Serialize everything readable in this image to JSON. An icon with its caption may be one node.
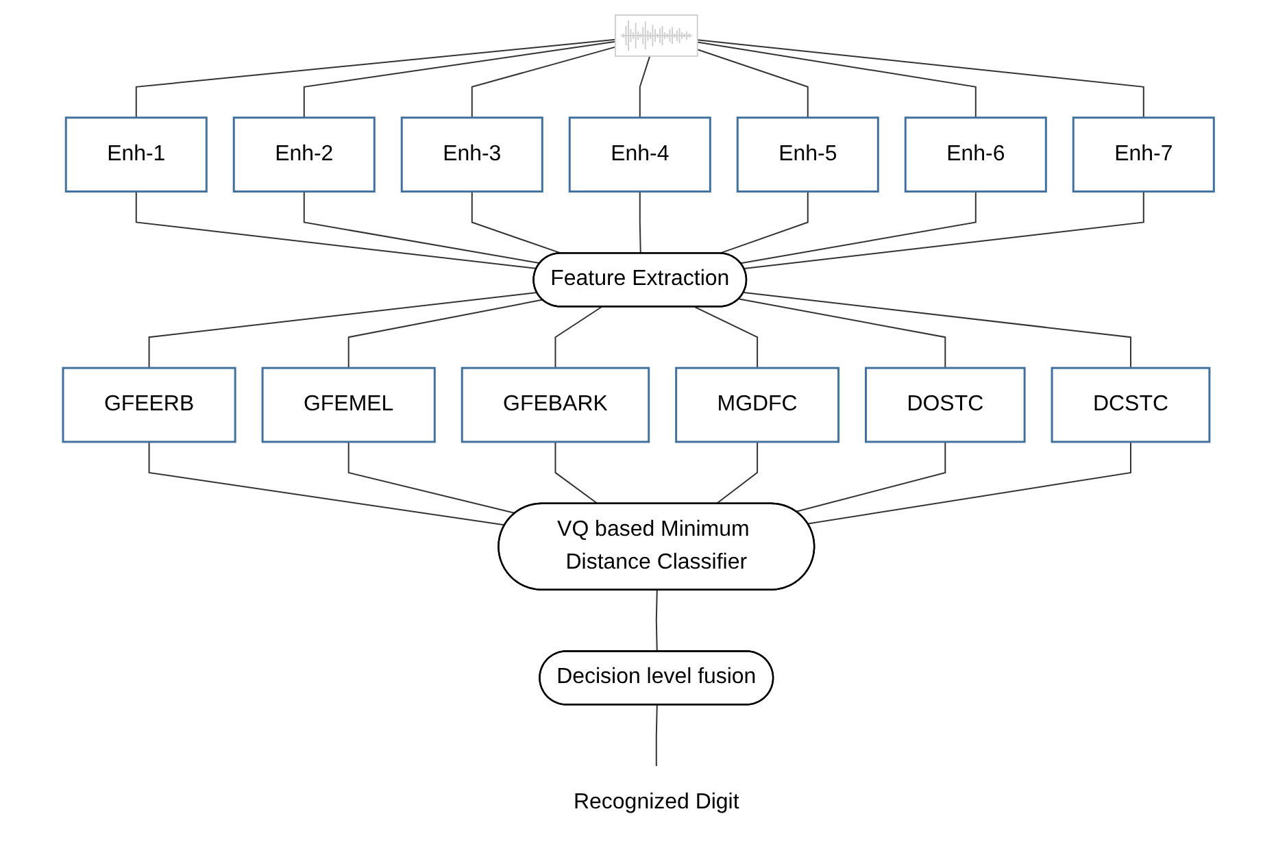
{
  "diagram": {
    "nodes": [
      {
        "text": [],
        "shape": "picture"
      },
      {
        "text": [
          "Enh-1"
        ]
      },
      {
        "text": [
          "Enh-2"
        ]
      },
      {
        "text": [
          "Enh-3"
        ]
      },
      {
        "text": [
          "Enh-4"
        ]
      },
      {
        "text": [
          "Enh-5"
        ]
      },
      {
        "text": [
          "Enh-6"
        ]
      },
      {
        "text": [
          "Enh-7"
        ]
      },
      {
        "text": [
          "Feature Extraction"
        ]
      },
      {
        "text": [
          "GFEERB"
        ]
      },
      {
        "text": [
          "GFEMEL"
        ]
      },
      {
        "text": [
          "GFEBARK"
        ]
      },
      {
        "text": [
          "MGDFC"
        ]
      },
      {
        "text": [
          "DOSTC"
        ]
      },
      {
        "text": [
          "DCSTC"
        ]
      },
      {
        "text": [
          "VQ based Minimum Distance Classifier"
        ]
      },
      {
        "text": [
          "Decision level fusion"
        ]
      },
      {
        "text": [
          "Recognized Digit"
        ]
      }
    ],
    "edges": [
      {
        "from": 0,
        "to": 1,
        "arrow": "none"
      },
      {
        "from": 0,
        "to": 2,
        "arrow": "none"
      },
      {
        "from": 0,
        "to": 3,
        "arrow": "none"
      },
      {
        "from": 0,
        "to": 4,
        "arrow": "none"
      },
      {
        "from": 0,
        "to": 5,
        "arrow": "none"
      },
      {
        "from": 0,
        "to": 6,
        "arrow": "none"
      },
      {
        "from": 0,
        "to": 7,
        "arrow": "none"
      },
      {
        "from": 1,
        "to": 8,
        "arrow": "none"
      },
      {
        "from": 2,
        "to": 8,
        "arrow": "none"
      },
      {
        "from": 3,
        "to": 8,
        "arrow": "none"
      },
      {
        "from": 4,
        "to": 8,
        "arrow": "none"
      },
      {
        "from": 5,
        "to": 8,
        "arrow": "none"
      },
      {
        "from": 6,
        "to": 8,
        "arrow": "none"
      },
      {
        "from": 7,
        "to": 8,
        "arrow": "none"
      },
      {
        "from": 8,
        "to": 9,
        "arrow": "none"
      },
      {
        "from": 8,
        "to": 10,
        "arrow": "none"
      },
      {
        "from": 8,
        "to": 11,
        "arrow": "none"
      },
      {
        "from": 8,
        "to": 12,
        "arrow": "none"
      },
      {
        "from": 8,
        "to": 13,
        "arrow": "none"
      },
      {
        "from": 8,
        "to": 14,
        "arrow": "none"
      },
      {
        "from": 9,
        "to": 15,
        "arrow": "none"
      },
      {
        "from": 10,
        "to": 15,
        "arrow": "none"
      },
      {
        "from": 11,
        "to": 15,
        "arrow": "none"
      },
      {
        "from": 12,
        "to": 15,
        "arrow": "none"
      },
      {
        "from": 13,
        "to": 15,
        "arrow": "none"
      },
      {
        "from": 14,
        "to": 15,
        "arrow": "none"
      },
      {
        "from": 15,
        "to": 16,
        "arrow": "none"
      },
      {
        "from": 16,
        "to": 17,
        "arrow": "none"
      }
    ]
  }
}
